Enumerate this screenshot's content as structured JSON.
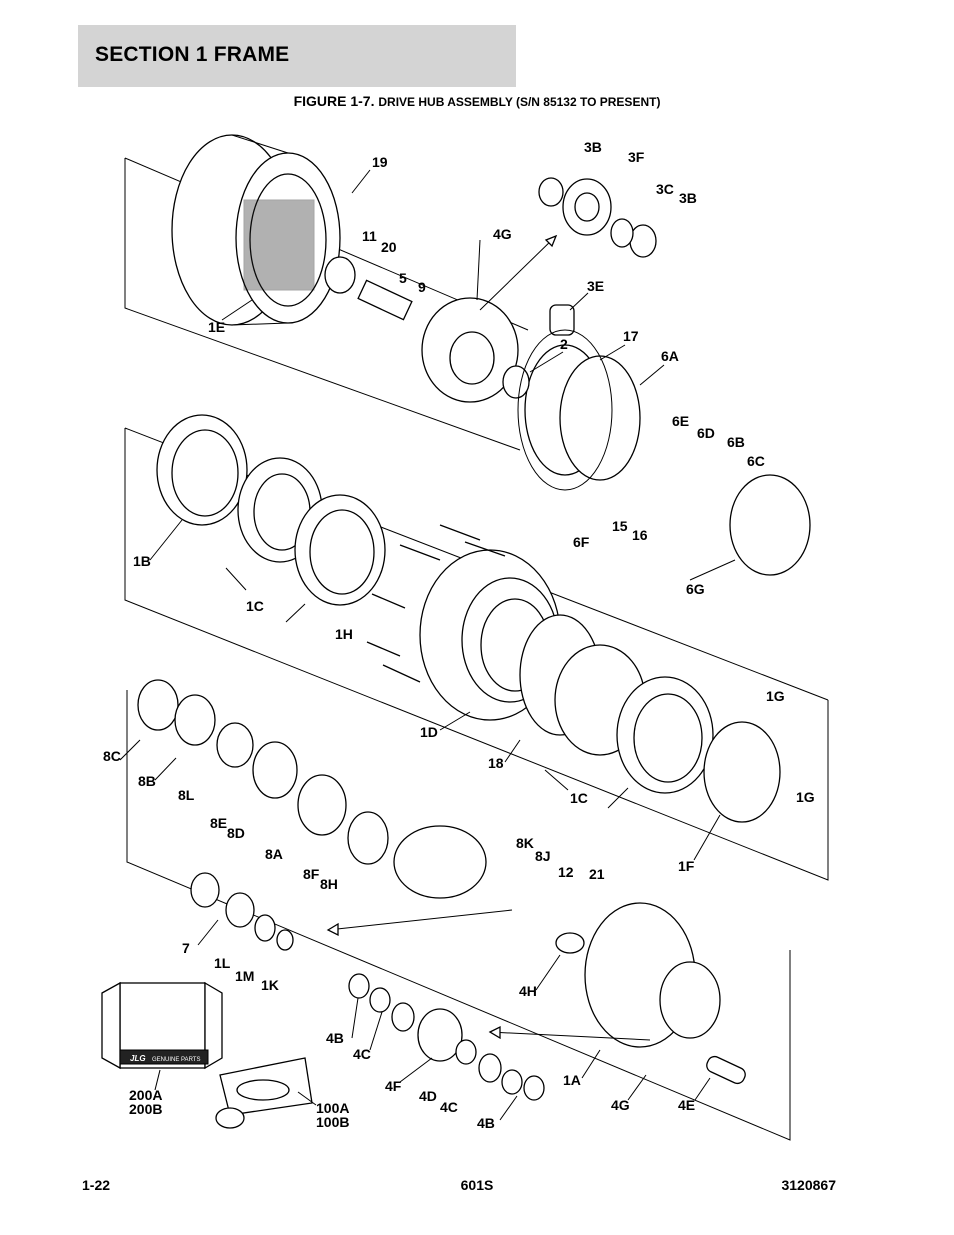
{
  "header": {
    "section_title": "SECTION 1  FRAME"
  },
  "figure": {
    "number": "FIGURE 1-7.",
    "title": "DRIVE HUB ASSEMBLY (S/N 85132 TO PRESENT)"
  },
  "callouts": [
    "19",
    "3B",
    "3F",
    "3C",
    "3B",
    "11",
    "20",
    "4G",
    "5",
    "9",
    "3E",
    "1E",
    "2",
    "17",
    "6A",
    "6E",
    "6D",
    "6B",
    "6C",
    "1B",
    "15",
    "16",
    "6F",
    "6G",
    "1C",
    "1H",
    "1G",
    "8C",
    "8B",
    "1D",
    "18",
    "8L",
    "8E",
    "8D",
    "1C",
    "1G",
    "8A",
    "8K",
    "8J",
    "8F",
    "8H",
    "1F",
    "12",
    "21",
    "7",
    "1L",
    "1M",
    "1K",
    "4H",
    "4B",
    "4C",
    "200A",
    "200B",
    "4F",
    "4D",
    "4C",
    "1A",
    "100A",
    "100B",
    "4B",
    "4G",
    "4E"
  ],
  "kit_label": {
    "brand": "JLG",
    "text": "GENUINE PARTS"
  },
  "footer": {
    "page": "1-22",
    "model": "601S",
    "doc_number": "3120867"
  }
}
